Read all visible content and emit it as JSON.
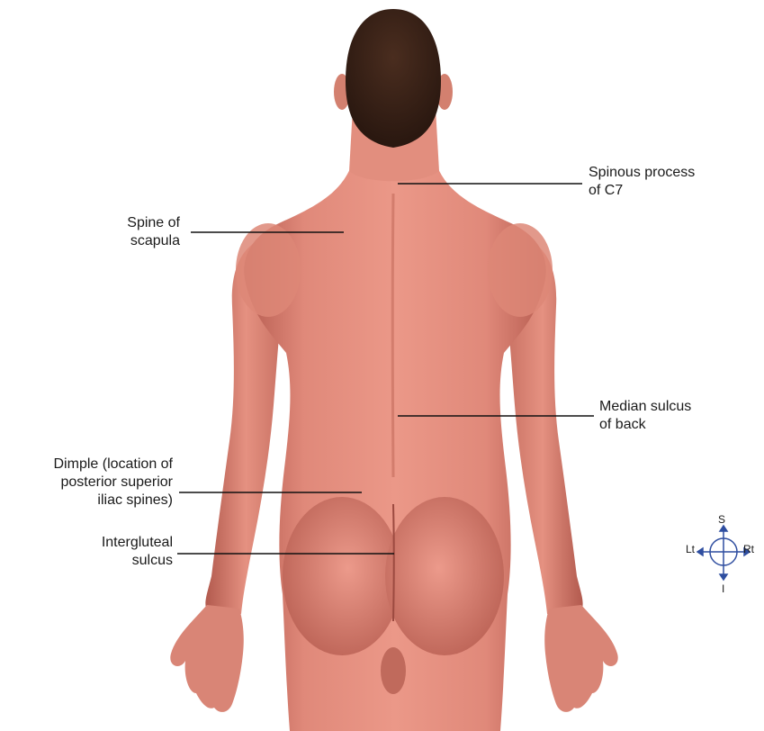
{
  "labels": {
    "c7": [
      "Spinous process",
      "of C7"
    ],
    "scapula": [
      "Spine of",
      "scapula"
    ],
    "median": [
      "Median sulcus",
      "of back"
    ],
    "dimple": [
      "Dimple (location of",
      "posterior superior",
      "iliac spines)"
    ],
    "intergluteal": [
      "Intergluteal",
      "sulcus"
    ]
  },
  "orientation": {
    "superior": "S",
    "inferior": "I",
    "left": "Lt",
    "right": "Rt"
  },
  "colors": {
    "skin": "#e08a7a",
    "skin_shadow": "#c06a5c",
    "hair": "#3a2318",
    "leader_line": "#111111",
    "compass": "#2f4ea0"
  }
}
